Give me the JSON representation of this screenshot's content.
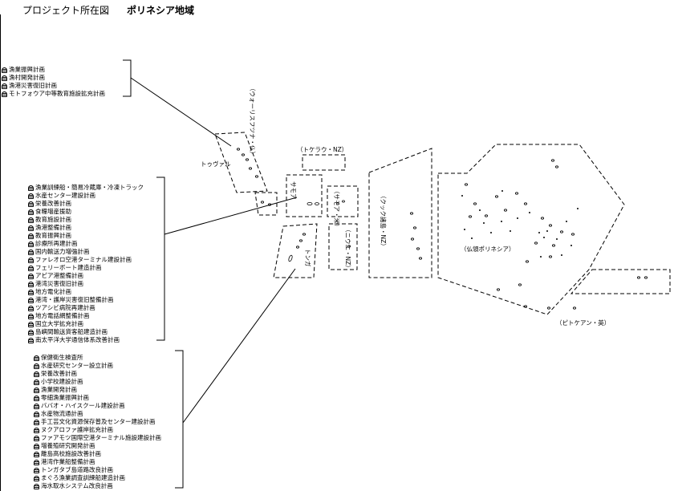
{
  "header": {
    "title": "プロジェクト所在図",
    "region": "ポリネシア地域"
  },
  "regions": {
    "wallis": "（ウォーリスフツナ・仏）",
    "tuvalu": "トゥヴァル",
    "tokelau": "（トケラウ・NZ）",
    "samoa": "サモア",
    "american_samoa": "（サモア・米）",
    "niue": "（ニウエ・NZ）",
    "tonga": "トンガ",
    "cook": "（クック諸島・NZ）",
    "french_polynesia": "（仏領ポリネシア）",
    "pitcairn": "（ピトケアン・英）"
  },
  "projects": {
    "tuvalu": [
      "漁業振興計画",
      "漁村開発計画",
      "漁港災害復旧計画",
      "モトフォウア中等教育施設拡充計画"
    ],
    "samoa": [
      "漁業訓練船・簡易冷蔵庫・冷凍トラック",
      "水産センター建設計画",
      "栄養改善計画",
      "食糧増産援助",
      "教育施設計画",
      "漁港整備計画",
      "教育振興計画",
      "診療所再建計画",
      "国内輸送力増強計画",
      "ファレオロ空港ターミナル建設計画",
      "フェリーボート建造計画",
      "アピア港整備計画",
      "港湾災害復旧計画",
      "地方電化計画",
      "港湾・護岸災害復旧整備計画",
      "ツアシビ病院再建計画",
      "地方電話網整備計画",
      "国立大学拡充計画",
      "島嶼間輸送貨客船建造計画",
      "南太平洋大学通信体系改善計画"
    ],
    "tonga": [
      "保健衛生検査所",
      "水産研究センター設立計画",
      "栄養改善計画",
      "小学校建設計画",
      "漁業開発計画",
      "零細漁業振興計画",
      "ババオ・ハイスクール建設計画",
      "水産物流通計画",
      "手工芸文化資源保存普及センター建設計画",
      "ヌクアロファ護岸拡充計画",
      "ファアモツ国際空港ターミナル施設建設計画",
      "増養殖研究開発計画",
      "離島高校施設改善計画",
      "港湾作業船整備計画",
      "トンガタブ島道路改良計画",
      "まぐろ漁業調査訓練船建造計画",
      "海水取水システム改良計画"
    ]
  },
  "icons": {
    "project_marker": "facility-icon"
  }
}
